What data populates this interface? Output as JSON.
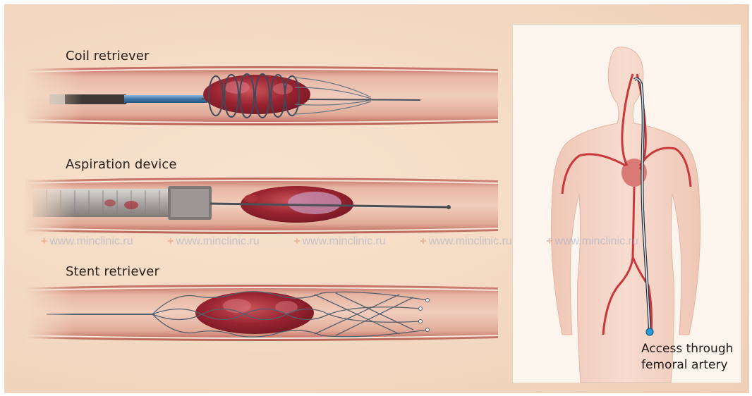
{
  "labels": {
    "coil": "Coil retriever",
    "aspiration": "Aspiration device",
    "stent": "Stent retriever"
  },
  "caption": {
    "line1": "Access through",
    "line2": "femoral artery"
  },
  "watermark": {
    "text": "www.minclinic.ru",
    "items": [
      "www.minclinic.ru",
      "www.minclinic.ru",
      "www.minclinic.ru",
      "www.minclinic.ru",
      "www.minclinic.ru"
    ]
  },
  "colors": {
    "background": "#f3d9c2",
    "vessel_wall": "#b0564e",
    "clot": "#8c1f27",
    "catheter": "#4a7fb0",
    "artery": "#c9373a",
    "access_point": "#2b9bd8"
  }
}
